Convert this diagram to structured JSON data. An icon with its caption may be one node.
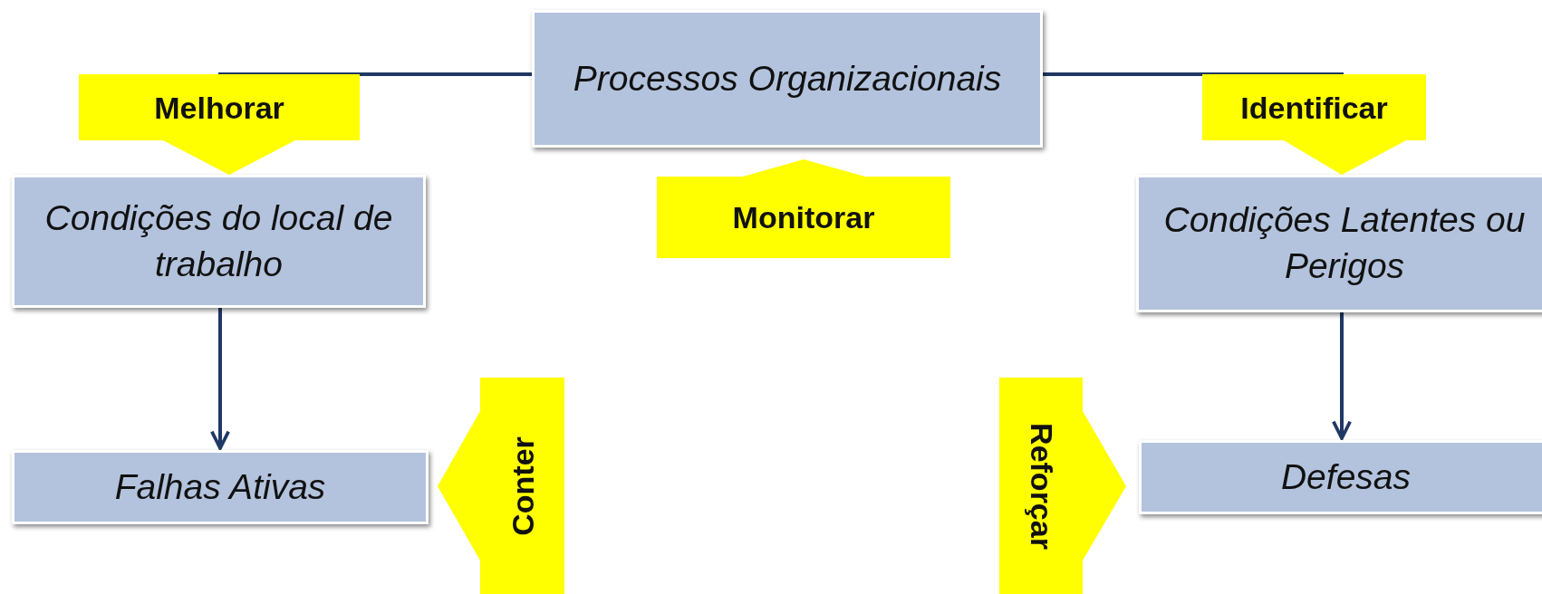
{
  "diagram": {
    "nodes": [
      {
        "text": [
          "Processos Organizacionais"
        ]
      },
      {
        "text": [
          "Melhorar"
        ]
      },
      {
        "text": [
          "Identificar"
        ]
      },
      {
        "text": [
          "Condições do local de trabalho"
        ]
      },
      {
        "text": [
          "Monitorar"
        ]
      },
      {
        "text": [
          "Condições Latentes ou Perigos"
        ]
      },
      {
        "text": [
          "Falhas Ativas"
        ]
      },
      {
        "text": [
          "Conter"
        ]
      },
      {
        "text": [
          "Reforçar"
        ]
      },
      {
        "text": [
          "Defesas"
        ]
      }
    ],
    "edges": [
      {
        "from": 0,
        "to": 1,
        "arrow": "none"
      },
      {
        "from": 0,
        "to": 2,
        "arrow": "none"
      },
      {
        "from": 3,
        "to": 6,
        "arrow": "to"
      },
      {
        "from": 5,
        "to": 9,
        "arrow": "to"
      }
    ]
  }
}
